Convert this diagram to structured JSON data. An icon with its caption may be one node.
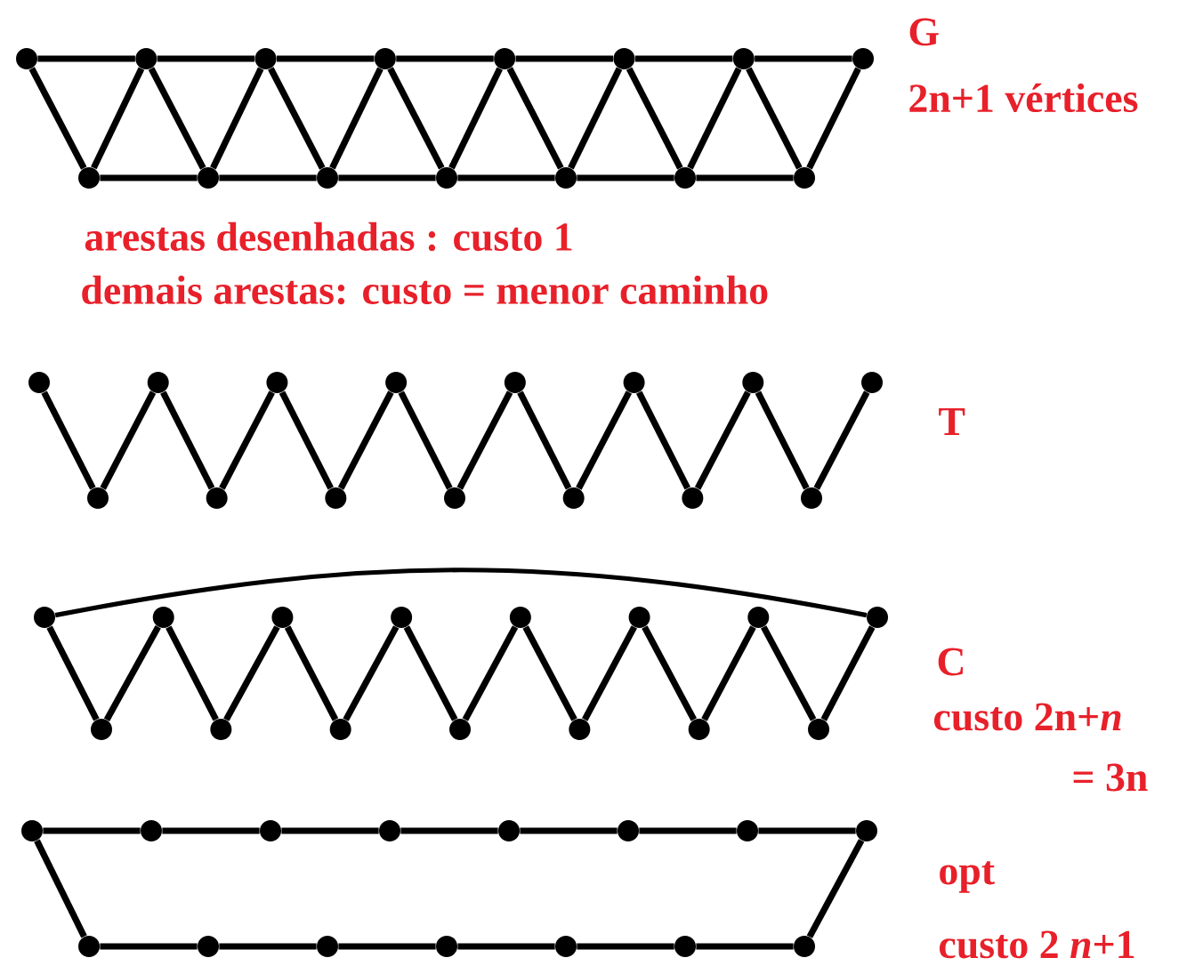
{
  "diagram": {
    "nodes": [
      {
        "text": [],
        "shape": "circle"
      },
      {
        "text": [],
        "shape": "circle"
      },
      {
        "text": [],
        "shape": "circle"
      },
      {
        "text": [],
        "shape": "circle"
      },
      {
        "text": [],
        "shape": "circle"
      },
      {
        "text": [],
        "shape": "circle"
      },
      {
        "text": [],
        "shape": "circle"
      },
      {
        "text": [],
        "shape": "circle"
      },
      {
        "text": [],
        "shape": "circle"
      },
      {
        "text": [],
        "shape": "circle"
      },
      {
        "text": [],
        "shape": "circle"
      },
      {
        "text": [],
        "shape": "circle"
      },
      {
        "text": [],
        "shape": "circle"
      },
      {
        "text": [],
        "shape": "circle"
      },
      {
        "text": [],
        "shape": "circle"
      },
      {
        "text": [],
        "shape": "circle"
      },
      {
        "text": [],
        "shape": "circle"
      },
      {
        "text": [],
        "shape": "circle"
      },
      {
        "text": [],
        "shape": "circle"
      },
      {
        "text": [],
        "shape": "circle"
      },
      {
        "text": [],
        "shape": "circle"
      },
      {
        "text": [],
        "shape": "circle"
      },
      {
        "text": [],
        "shape": "circle"
      },
      {
        "text": [],
        "shape": "circle"
      },
      {
        "text": [],
        "shape": "circle"
      },
      {
        "text": [],
        "shape": "circle"
      },
      {
        "text": [],
        "shape": "circle"
      },
      {
        "text": [],
        "shape": "circle"
      },
      {
        "text": [],
        "shape": "circle"
      },
      {
        "text": [],
        "shape": "circle"
      },
      {
        "text": [],
        "shape": "circle"
      },
      {
        "text": [],
        "shape": "circle"
      },
      {
        "text": [],
        "shape": "circle"
      },
      {
        "text": [],
        "shape": "circle"
      },
      {
        "text": [],
        "shape": "circle"
      },
      {
        "text": [],
        "shape": "circle"
      },
      {
        "text": [],
        "shape": "circle"
      },
      {
        "text": [],
        "shape": "circle"
      },
      {
        "text": [],
        "shape": "circle"
      },
      {
        "text": [],
        "shape": "circle"
      },
      {
        "text": [],
        "shape": "circle"
      },
      {
        "text": [],
        "shape": "circle"
      },
      {
        "text": [],
        "shape": "circle"
      },
      {
        "text": [],
        "shape": "circle"
      },
      {
        "text": [],
        "shape": "circle"
      },
      {
        "text": [],
        "shape": "circle"
      },
      {
        "text": [],
        "shape": "circle"
      },
      {
        "text": [],
        "shape": "circle"
      },
      {
        "text": [],
        "shape": "circle"
      },
      {
        "text": [],
        "shape": "circle"
      },
      {
        "text": [],
        "shape": "circle"
      },
      {
        "text": [],
        "shape": "circle"
      },
      {
        "text": [],
        "shape": "circle"
      },
      {
        "text": [],
        "shape": "circle"
      },
      {
        "text": [],
        "shape": "circle"
      },
      {
        "text": [],
        "shape": "circle"
      },
      {
        "text": [],
        "shape": "circle"
      },
      {
        "text": [],
        "shape": "circle"
      },
      {
        "text": [],
        "shape": "circle"
      },
      {
        "text": [],
        "shape": "circle"
      }
    ],
    "edges": [
      {
        "from": 0,
        "to": 8,
        "arrow": "none"
      },
      {
        "from": 8,
        "to": 1,
        "arrow": "none"
      },
      {
        "from": 1,
        "to": 9,
        "arrow": "none"
      },
      {
        "from": 9,
        "to": 2,
        "arrow": "none"
      },
      {
        "from": 2,
        "to": 10,
        "arrow": "none"
      },
      {
        "from": 10,
        "to": 3,
        "arrow": "none"
      },
      {
        "from": 3,
        "to": 11,
        "arrow": "none"
      },
      {
        "from": 11,
        "to": 4,
        "arrow": "none"
      },
      {
        "from": 4,
        "to": 12,
        "arrow": "none"
      },
      {
        "from": 12,
        "to": 5,
        "arrow": "none"
      },
      {
        "from": 5,
        "to": 13,
        "arrow": "none"
      },
      {
        "from": 13,
        "to": 6,
        "arrow": "none"
      },
      {
        "from": 6,
        "to": 14,
        "arrow": "none"
      },
      {
        "from": 14,
        "to": 7,
        "arrow": "none"
      },
      {
        "from": 0,
        "to": 1,
        "arrow": "none"
      },
      {
        "from": 1,
        "to": 2,
        "arrow": "none"
      },
      {
        "from": 2,
        "to": 3,
        "arrow": "none"
      },
      {
        "from": 3,
        "to": 4,
        "arrow": "none"
      },
      {
        "from": 4,
        "to": 5,
        "arrow": "none"
      },
      {
        "from": 5,
        "to": 6,
        "arrow": "none"
      },
      {
        "from": 6,
        "to": 7,
        "arrow": "none"
      },
      {
        "from": 8,
        "to": 9,
        "arrow": "none"
      },
      {
        "from": 9,
        "to": 10,
        "arrow": "none"
      },
      {
        "from": 10,
        "to": 11,
        "arrow": "none"
      },
      {
        "from": 11,
        "to": 12,
        "arrow": "none"
      },
      {
        "from": 12,
        "to": 13,
        "arrow": "none"
      },
      {
        "from": 13,
        "to": 14,
        "arrow": "none"
      },
      {
        "from": 15,
        "to": 23,
        "arrow": "none"
      },
      {
        "from": 23,
        "to": 16,
        "arrow": "none"
      },
      {
        "from": 16,
        "to": 24,
        "arrow": "none"
      },
      {
        "from": 24,
        "to": 17,
        "arrow": "none"
      },
      {
        "from": 17,
        "to": 25,
        "arrow": "none"
      },
      {
        "from": 25,
        "to": 18,
        "arrow": "none"
      },
      {
        "from": 18,
        "to": 26,
        "arrow": "none"
      },
      {
        "from": 26,
        "to": 19,
        "arrow": "none"
      },
      {
        "from": 19,
        "to": 27,
        "arrow": "none"
      },
      {
        "from": 27,
        "to": 20,
        "arrow": "none"
      },
      {
        "from": 20,
        "to": 28,
        "arrow": "none"
      },
      {
        "from": 28,
        "to": 21,
        "arrow": "none"
      },
      {
        "from": 21,
        "to": 29,
        "arrow": "none"
      },
      {
        "from": 29,
        "to": 22,
        "arrow": "none"
      },
      {
        "from": 30,
        "to": 38,
        "arrow": "none"
      },
      {
        "from": 38,
        "to": 31,
        "arrow": "none"
      },
      {
        "from": 31,
        "to": 39,
        "arrow": "none"
      },
      {
        "from": 39,
        "to": 32,
        "arrow": "none"
      },
      {
        "from": 32,
        "to": 40,
        "arrow": "none"
      },
      {
        "from": 40,
        "to": 33,
        "arrow": "none"
      },
      {
        "from": 33,
        "to": 41,
        "arrow": "none"
      },
      {
        "from": 41,
        "to": 34,
        "arrow": "none"
      },
      {
        "from": 34,
        "to": 42,
        "arrow": "none"
      },
      {
        "from": 42,
        "to": 35,
        "arrow": "none"
      },
      {
        "from": 35,
        "to": 43,
        "arrow": "none"
      },
      {
        "from": 43,
        "to": 36,
        "arrow": "none"
      },
      {
        "from": 36,
        "to": 44,
        "arrow": "none"
      },
      {
        "from": 44,
        "to": 37,
        "arrow": "none"
      },
      {
        "from": 30,
        "to": 37,
        "arrow": "none"
      },
      {
        "from": 45,
        "to": 46,
        "arrow": "none"
      },
      {
        "from": 46,
        "to": 47,
        "arrow": "none"
      },
      {
        "from": 47,
        "to": 48,
        "arrow": "none"
      },
      {
        "from": 48,
        "to": 49,
        "arrow": "none"
      },
      {
        "from": 49,
        "to": 50,
        "arrow": "none"
      },
      {
        "from": 50,
        "to": 51,
        "arrow": "none"
      },
      {
        "from": 51,
        "to": 52,
        "arrow": "none"
      },
      {
        "from": 53,
        "to": 54,
        "arrow": "none"
      },
      {
        "from": 54,
        "to": 55,
        "arrow": "none"
      },
      {
        "from": 55,
        "to": 56,
        "arrow": "none"
      },
      {
        "from": 56,
        "to": 57,
        "arrow": "none"
      },
      {
        "from": 57,
        "to": 58,
        "arrow": "none"
      },
      {
        "from": 58,
        "to": 59,
        "arrow": "none"
      },
      {
        "from": 45,
        "to": 53,
        "arrow": "none"
      },
      {
        "from": 52,
        "to": 59,
        "arrow": "none"
      }
    ],
    "labels": [
      "G",
      "2n+1 vértices",
      "arestas desenhadas :  custo 1",
      "demais arestas: custo = menor caminho",
      "T",
      "C",
      "custo 2n+*n*",
      "= 3n",
      "opt",
      "custo 2 *n*+1"
    ]
  }
}
